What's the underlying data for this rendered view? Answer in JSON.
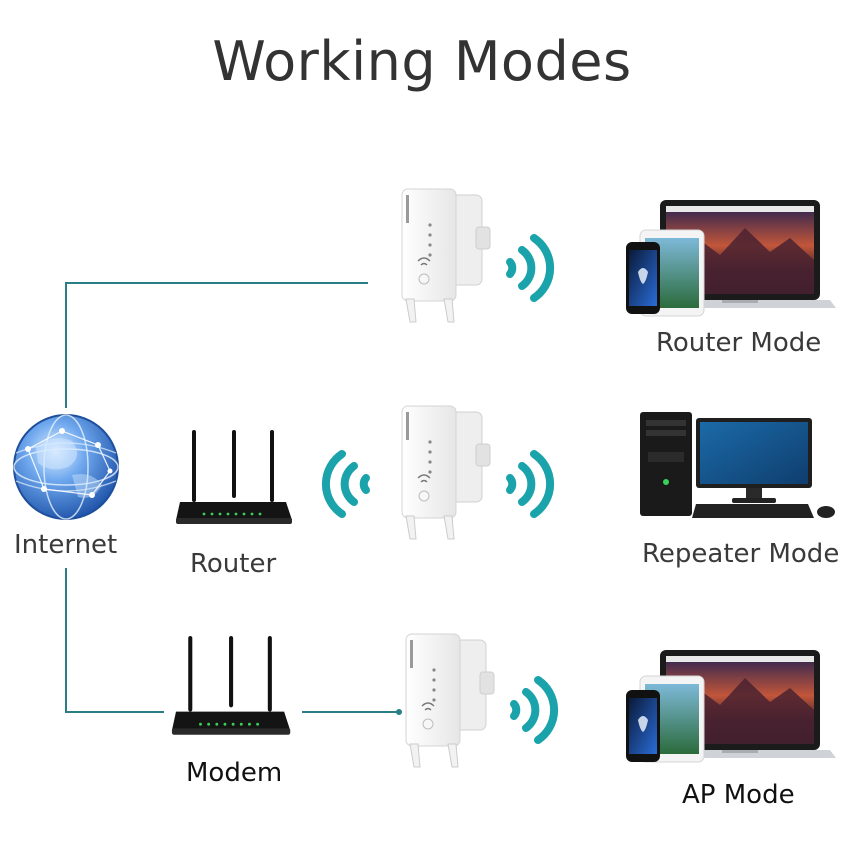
{
  "title": "Working Modes",
  "labels": {
    "internet": "Internet",
    "router": "Router",
    "modem": "Modem",
    "router_mode": "Router Mode",
    "repeater_mode": "Repeater Mode",
    "ap_mode": "AP Mode"
  },
  "colors": {
    "line": "#2a7f86",
    "wifi": "#1aa3ab",
    "globe": "#2f6fd0",
    "device_body": "#f4f4f4"
  },
  "icons": {
    "globe": "globe-icon",
    "router": "wifi-router-icon",
    "modem": "modem-icon",
    "extender": "wifi-extender-icon",
    "wifi_signal": "wifi-signal-icon",
    "laptop": "laptop-icon",
    "phone": "smartphone-icon",
    "tablet": "tablet-icon",
    "desktop": "desktop-computer-icon"
  }
}
